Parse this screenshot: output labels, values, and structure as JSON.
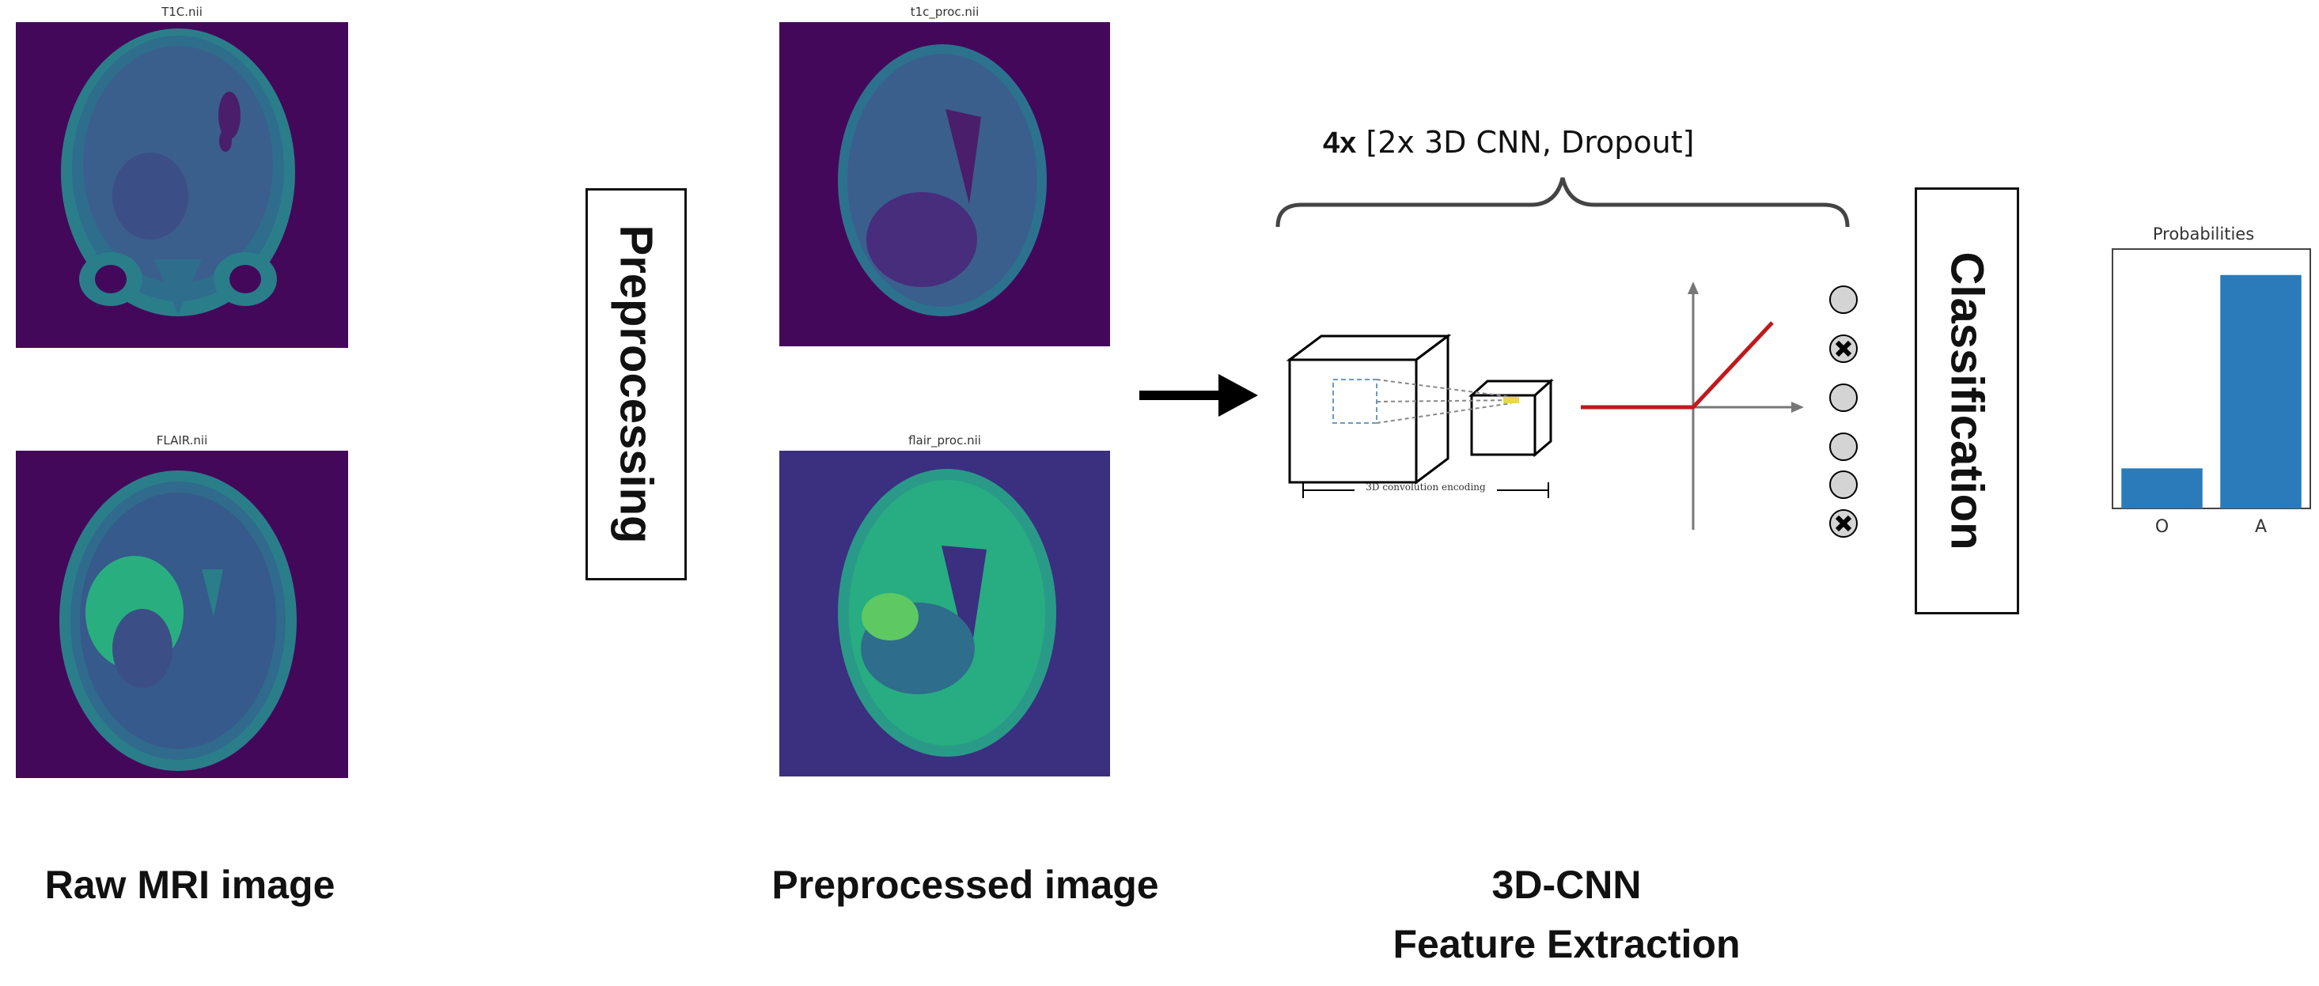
{
  "panels": {
    "raw_top_title": "T1C.nii",
    "raw_bottom_title": "FLAIR.nii",
    "proc_top_title": "t1c_proc.nii",
    "proc_bottom_title": "flair_proc.nii"
  },
  "boxes": {
    "preprocessing": "Preprocessing",
    "classification": "Classification"
  },
  "cnn": {
    "repeat_bold": "4x",
    "repeat_rest": "[2x 3D CNN, Dropout]",
    "conv_caption": "3D convolution encoding"
  },
  "labels": {
    "raw": "Raw MRI image",
    "preprocessed": "Preprocessed image",
    "cnn_line1": "3D-CNN",
    "cnn_line2": "Feature Extraction"
  },
  "colors": {
    "mri_background": "#44085a",
    "bar": "#2b7bba",
    "relu": "#c0191c"
  },
  "chart_data": {
    "type": "bar",
    "title": "Probabilities",
    "categories": [
      "O",
      "A"
    ],
    "values": [
      0.17,
      0.99
    ],
    "ylim": [
      0,
      1.1
    ],
    "xlabel": "",
    "ylabel": ""
  }
}
